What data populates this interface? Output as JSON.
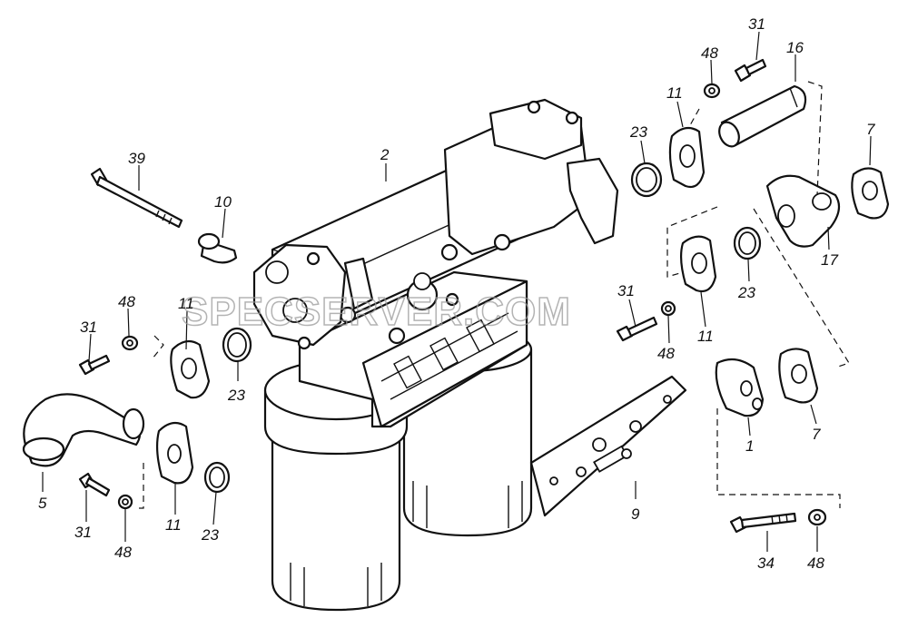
{
  "watermark": "SPECSERVER.COM",
  "labels": [
    {
      "id": "2",
      "text": "2"
    },
    {
      "id": "39",
      "text": "39"
    },
    {
      "id": "10",
      "text": "10"
    },
    {
      "id": "48a",
      "text": "48"
    },
    {
      "id": "31a",
      "text": "31"
    },
    {
      "id": "11a",
      "text": "11"
    },
    {
      "id": "23a",
      "text": "23"
    },
    {
      "id": "5",
      "text": "5"
    },
    {
      "id": "31b",
      "text": "31"
    },
    {
      "id": "48b",
      "text": "48"
    },
    {
      "id": "11b",
      "text": "11"
    },
    {
      "id": "23b",
      "text": "23"
    },
    {
      "id": "48c",
      "text": "48"
    },
    {
      "id": "31c",
      "text": "31"
    },
    {
      "id": "16",
      "text": "16"
    },
    {
      "id": "11c",
      "text": "11"
    },
    {
      "id": "23c",
      "text": "23"
    },
    {
      "id": "7a",
      "text": "7"
    },
    {
      "id": "17",
      "text": "17"
    },
    {
      "id": "23d",
      "text": "23"
    },
    {
      "id": "11d",
      "text": "11"
    },
    {
      "id": "31d",
      "text": "31"
    },
    {
      "id": "48d",
      "text": "48"
    },
    {
      "id": "1",
      "text": "1"
    },
    {
      "id": "7b",
      "text": "7"
    },
    {
      "id": "9",
      "text": "9"
    },
    {
      "id": "34",
      "text": "34"
    },
    {
      "id": "48e",
      "text": "48"
    }
  ]
}
